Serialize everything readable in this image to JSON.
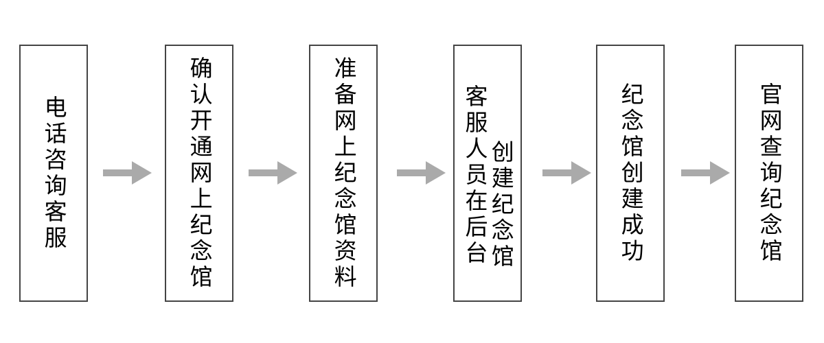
{
  "diagram": {
    "type": "flowchart",
    "orientation": "left-to-right",
    "text_direction": "vertical-rl",
    "background_color": "#ffffff",
    "node_border_color": "#444444",
    "node_fill_color": "#ffffff",
    "text_color": "#000000",
    "arrow_color": "#aaaaaa",
    "nodes": [
      {
        "id": "step-1",
        "label": "电话咨询客服",
        "columns": [
          "电话咨询客服"
        ],
        "char_count": 6
      },
      {
        "id": "step-2",
        "label": "确认开通网上纪念馆",
        "columns": [
          "确认开通网上纪念馆"
        ],
        "char_count": 9
      },
      {
        "id": "step-3",
        "label": "准备网上纪念馆资料",
        "columns": [
          "准备网上纪念馆资料"
        ],
        "char_count": 9
      },
      {
        "id": "step-4",
        "label": "客服人员在后台创建纪念馆",
        "columns": [
          "客服人员在后台",
          "创建纪念馆"
        ],
        "char_count": 12
      },
      {
        "id": "step-5",
        "label": "纪念馆创建成功",
        "columns": [
          "纪念馆创建成功"
        ],
        "char_count": 7
      },
      {
        "id": "step-6",
        "label": "官网查询纪念馆",
        "columns": [
          "官网查询纪念馆"
        ],
        "char_count": 7
      }
    ],
    "connectors": [
      {
        "id": "arrow-1",
        "from": "step-1",
        "to": "step-2",
        "glyph": "right-arrow"
      },
      {
        "id": "arrow-2",
        "from": "step-2",
        "to": "step-3",
        "glyph": "right-arrow"
      },
      {
        "id": "arrow-3",
        "from": "step-3",
        "to": "step-4",
        "glyph": "right-arrow"
      },
      {
        "id": "arrow-4",
        "from": "step-4",
        "to": "step-5",
        "glyph": "right-arrow"
      },
      {
        "id": "arrow-5",
        "from": "step-5",
        "to": "step-6",
        "glyph": "right-arrow"
      }
    ]
  }
}
